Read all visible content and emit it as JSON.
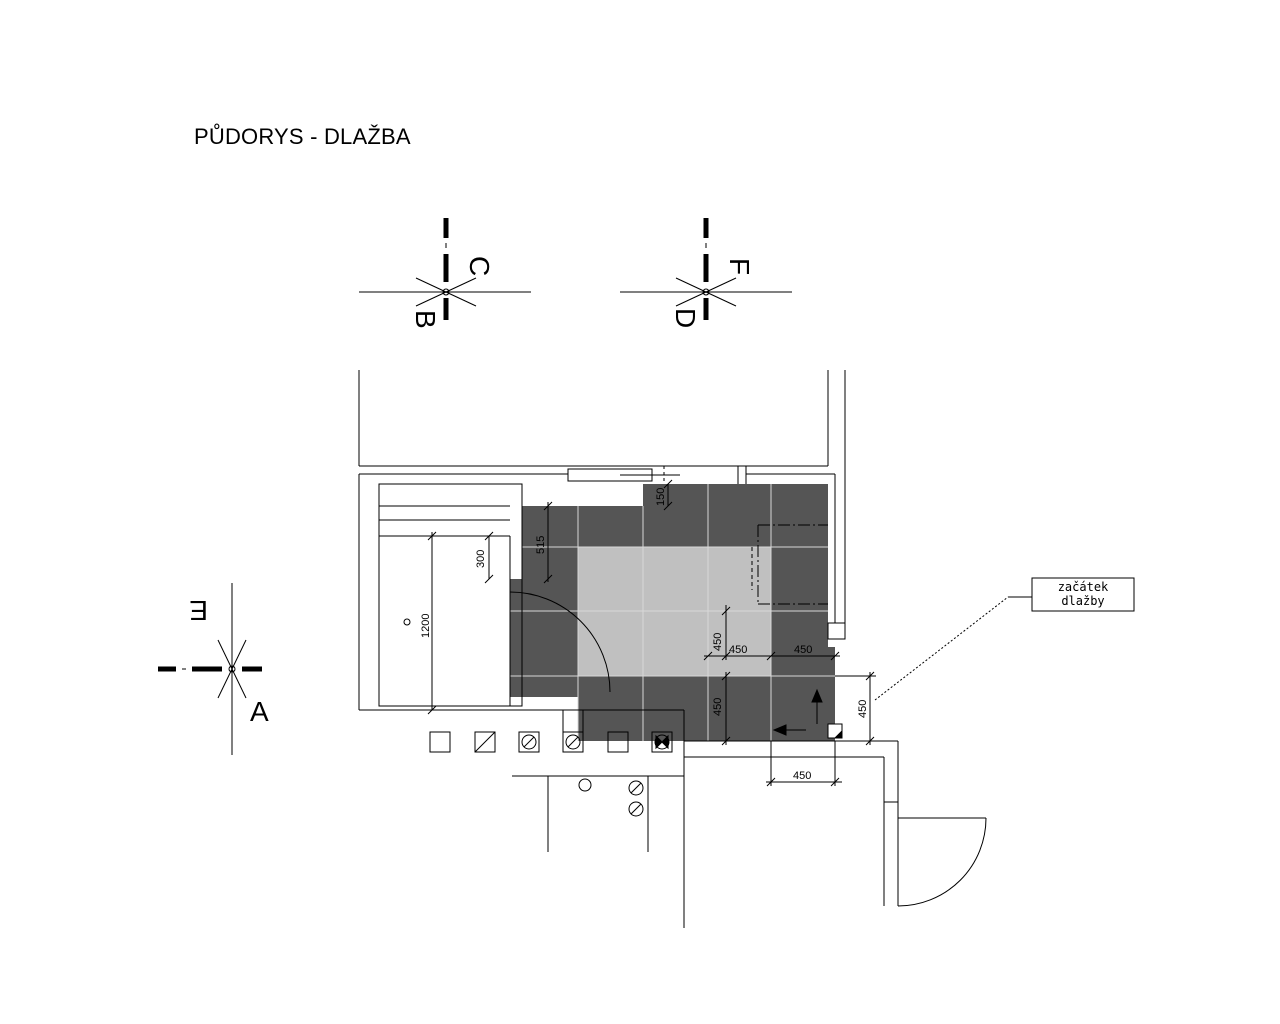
{
  "title": "PŮDORYS - DLAŽBA",
  "section_letters": {
    "a": "A",
    "b": "B",
    "c": "C",
    "d": "D",
    "e": "E",
    "f": "F"
  },
  "dimensions": {
    "d150": "150",
    "d515": "515",
    "d300": "300",
    "d1200": "1200",
    "d450_v_mid": "450",
    "d450_h_left": "450",
    "d450_h_right": "450",
    "d450_v_low": "450",
    "d450_v_right": "450",
    "d450_bottom": "450"
  },
  "callout": {
    "line1": "začátek",
    "line2": "dlažby"
  },
  "colors": {
    "dark_tile": "#555555",
    "light_tile": "#c0c0c0",
    "line": "#000000"
  }
}
